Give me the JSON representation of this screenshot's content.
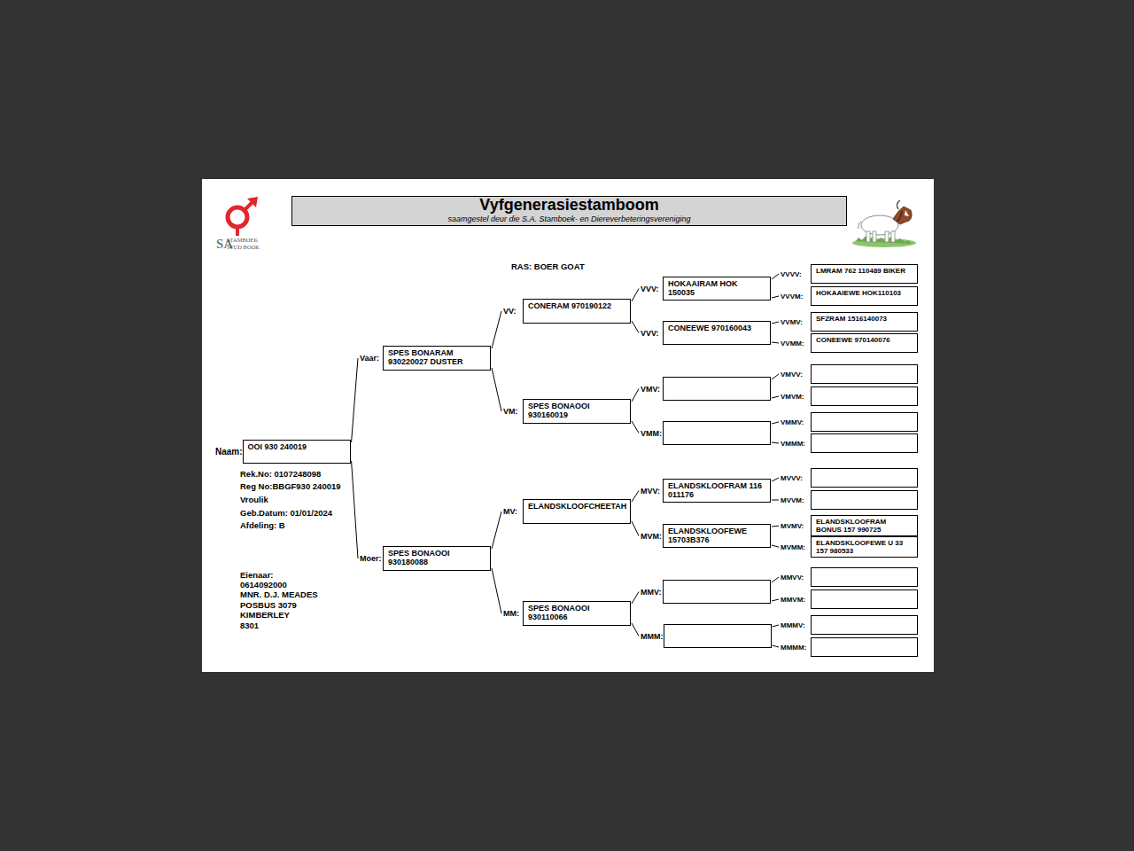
{
  "diagram": {
    "title": "Vyfgenerasiestamboom",
    "caption": "saamgestel deur die S.A. Stamboek- en Diereverbeteringsvereniging",
    "nodes": [
      {
        "text": [
          "Naam:",
          "OOI 930 240019"
        ]
      },
      {
        "text": [
          "Vaar:",
          "SPES BONARAM 930220027 DUSTER"
        ]
      },
      {
        "text": [
          "Moer:",
          "SPES BONAOOI 930180088"
        ]
      },
      {
        "text": [
          "VV:",
          "CONERAM 970190122"
        ]
      },
      {
        "text": [
          "VM:",
          "SPES BONAOOI 930160019"
        ]
      },
      {
        "text": [
          "MV:",
          "ELANDSKLOOFCHEETAH"
        ]
      },
      {
        "text": [
          "MM:",
          "SPES BONAOOI 930110066"
        ]
      },
      {
        "text": [
          "VVV:",
          "HOKAAIRAM HOK 150035"
        ]
      },
      {
        "text": [
          "VVV:",
          "CONEEWE 970160043"
        ]
      },
      {
        "text": [
          "VMV:"
        ]
      },
      {
        "text": [
          "VMM:"
        ]
      },
      {
        "text": [
          "MVV:",
          "ELANDSKLOOFRAM 116 011176"
        ]
      },
      {
        "text": [
          "MVM:",
          "ELANDSKLOOFEWE 15703B376"
        ]
      },
      {
        "text": [
          "MMV:"
        ]
      },
      {
        "text": [
          "MMM:"
        ]
      },
      {
        "text": [
          "VVVV:",
          "LMRAM 762 110489 BIKER"
        ]
      },
      {
        "text": [
          "VVVM:",
          "HOKAAIEWE HOK110103"
        ]
      },
      {
        "text": [
          "VVMV:",
          "SFZRAM 1516140073"
        ]
      },
      {
        "text": [
          "VVMM:",
          "CONEEWE 970140076"
        ]
      },
      {
        "text": [
          "VMVV:"
        ]
      },
      {
        "text": [
          "VMVM:"
        ]
      },
      {
        "text": [
          "VMMV:"
        ]
      },
      {
        "text": [
          "VMMM:"
        ]
      },
      {
        "text": [
          "MVVV:"
        ]
      },
      {
        "text": [
          "MVVM:"
        ]
      },
      {
        "text": [
          "MVMV:",
          "ELANDSKLOOFRAM BONUS 157 990725"
        ]
      },
      {
        "text": [
          "MVMM:",
          "ELANDSKLOOFEWE U 33 157 980533"
        ]
      },
      {
        "text": [
          "MMVV:"
        ]
      },
      {
        "text": [
          "MMVM:"
        ]
      },
      {
        "text": [
          "MMMV:"
        ]
      },
      {
        "text": [
          "MMMM:"
        ]
      }
    ],
    "edges": [
      {
        "from": 0,
        "to": 1,
        "arrow": "none"
      },
      {
        "from": 0,
        "to": 2,
        "arrow": "none"
      },
      {
        "from": 1,
        "to": 3,
        "arrow": "none"
      },
      {
        "from": 1,
        "to": 4,
        "arrow": "none"
      },
      {
        "from": 2,
        "to": 5,
        "arrow": "none"
      },
      {
        "from": 2,
        "to": 6,
        "arrow": "none"
      },
      {
        "from": 3,
        "to": 7,
        "arrow": "none"
      },
      {
        "from": 3,
        "to": 8,
        "arrow": "none"
      },
      {
        "from": 4,
        "to": 9,
        "arrow": "none"
      },
      {
        "from": 4,
        "to": 10,
        "arrow": "none"
      },
      {
        "from": 5,
        "to": 11,
        "arrow": "none"
      },
      {
        "from": 5,
        "to": 12,
        "arrow": "none"
      },
      {
        "from": 6,
        "to": 13,
        "arrow": "none"
      },
      {
        "from": 6,
        "to": 14,
        "arrow": "none"
      },
      {
        "from": 7,
        "to": 15,
        "arrow": "none"
      },
      {
        "from": 7,
        "to": 16,
        "arrow": "none"
      },
      {
        "from": 8,
        "to": 17,
        "arrow": "none"
      },
      {
        "from": 8,
        "to": 18,
        "arrow": "none"
      },
      {
        "from": 9,
        "to": 19,
        "arrow": "none"
      },
      {
        "from": 9,
        "to": 20,
        "arrow": "none"
      },
      {
        "from": 10,
        "to": 21,
        "arrow": "none"
      },
      {
        "from": 10,
        "to": 22,
        "arrow": "none"
      },
      {
        "from": 11,
        "to": 23,
        "arrow": "none"
      },
      {
        "from": 11,
        "to": 24,
        "arrow": "none"
      },
      {
        "from": 12,
        "to": 25,
        "arrow": "none"
      },
      {
        "from": 12,
        "to": 26,
        "arrow": "none"
      },
      {
        "from": 13,
        "to": 27,
        "arrow": "none"
      },
      {
        "from": 13,
        "to": 28,
        "arrow": "none"
      },
      {
        "from": 14,
        "to": 29,
        "arrow": "none"
      },
      {
        "from": 14,
        "to": 30,
        "arrow": "none"
      }
    ],
    "labels": [
      "RAS: BOER GOAT",
      "Rek.No: 0107248098",
      "Reg No:BBGF930 240019",
      "Vroulik",
      "Geb.Datum: 01/01/2024",
      "Afdeling: B",
      "Eienaar:",
      "0614092000",
      "MNR. D.J. MEADES",
      "POSBUS 3079",
      "KIMBERLEY",
      "8301",
      "SA",
      "STAMBOEK",
      "STUD BOOK"
    ]
  }
}
